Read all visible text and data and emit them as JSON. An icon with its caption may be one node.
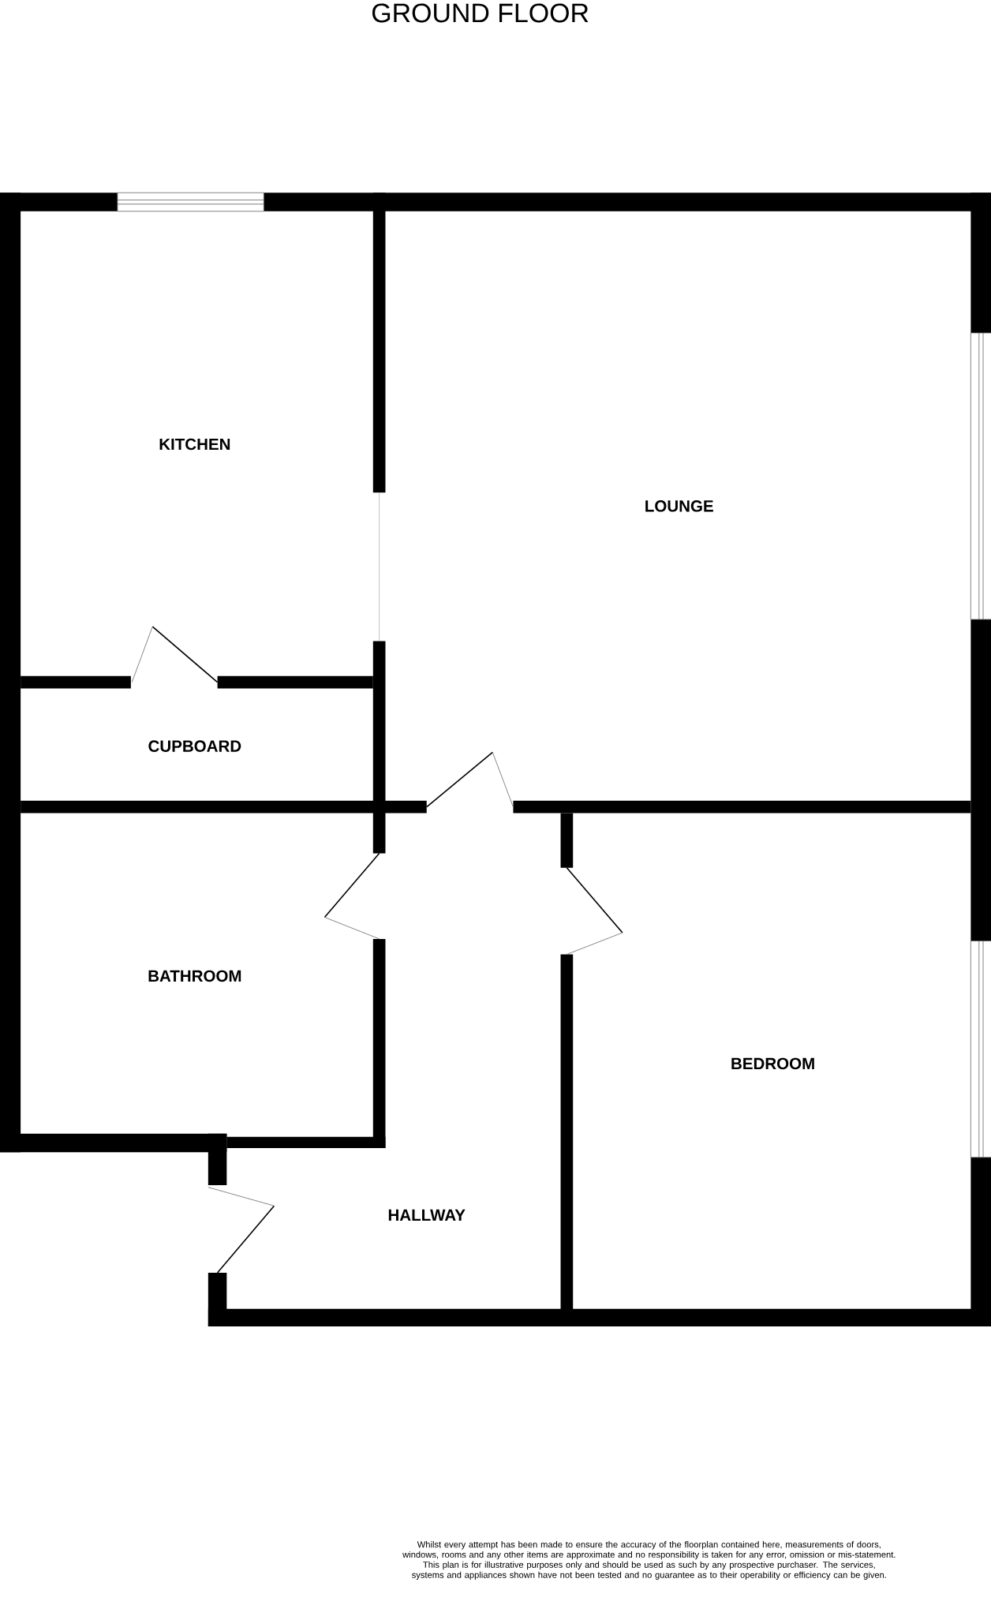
{
  "diagram": {
    "title": "GROUND FLOOR",
    "nodes": [
      {
        "text": [
          "KITCHEN"
        ]
      },
      {
        "text": [
          "LOUNGE"
        ]
      },
      {
        "text": [
          "CUPBOARD"
        ]
      },
      {
        "text": [
          "BATHROOM"
        ]
      },
      {
        "text": [
          "BEDROOM"
        ]
      },
      {
        "text": [
          "HALLWAY"
        ]
      }
    ],
    "labels": [
      "Whilst every attempt has been made to ensure the accuracy of the floorplan contained here, measurements of doors, windows, rooms and any other items are approximate and no responsibility is taken for any error, omission or mis-statement. This plan is for illustrative purposes only and should be used as such by any prospective purchaser. The services, systems and appliances shown have not been tested and no guarantee as to their operability or efficiency can be given."
    ]
  }
}
